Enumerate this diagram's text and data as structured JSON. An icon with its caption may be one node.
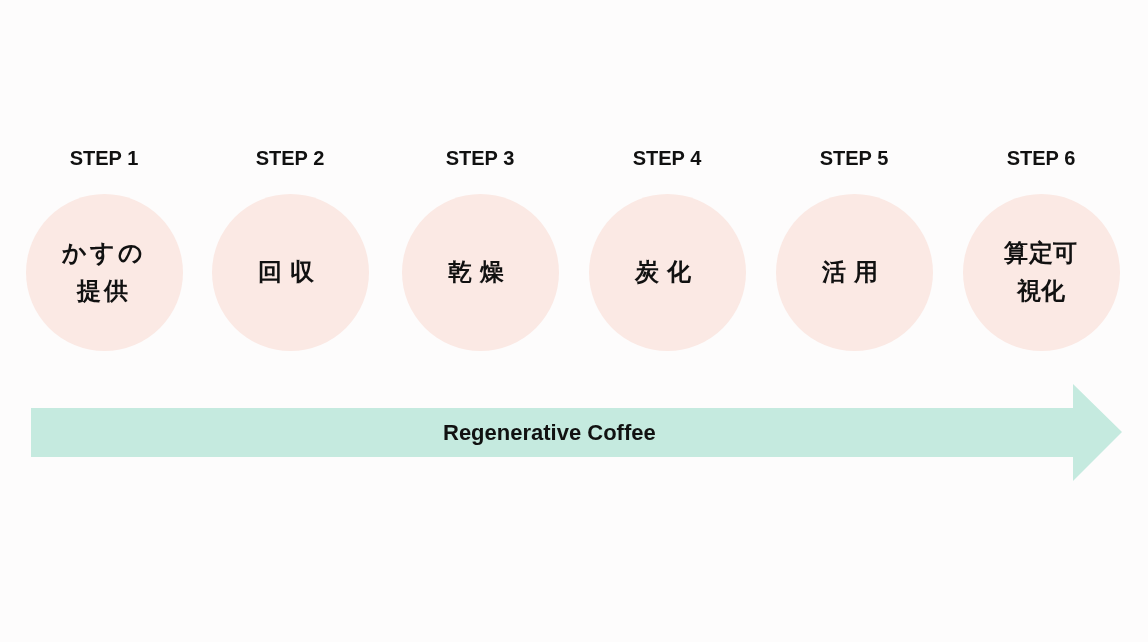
{
  "diagram": {
    "nodes": [
      {
        "text": [
          "STEP 1",
          "かすの提供"
        ]
      },
      {
        "text": [
          "STEP 2",
          "回収"
        ]
      },
      {
        "text": [
          "STEP 3",
          "乾燥"
        ]
      },
      {
        "text": [
          "STEP 4",
          "炭化"
        ]
      },
      {
        "text": [
          "STEP 5",
          "活用"
        ]
      },
      {
        "text": [
          "STEP 6",
          "算定可視化"
        ]
      },
      {
        "text": [
          "Regenerative Coffee"
        ]
      }
    ]
  }
}
